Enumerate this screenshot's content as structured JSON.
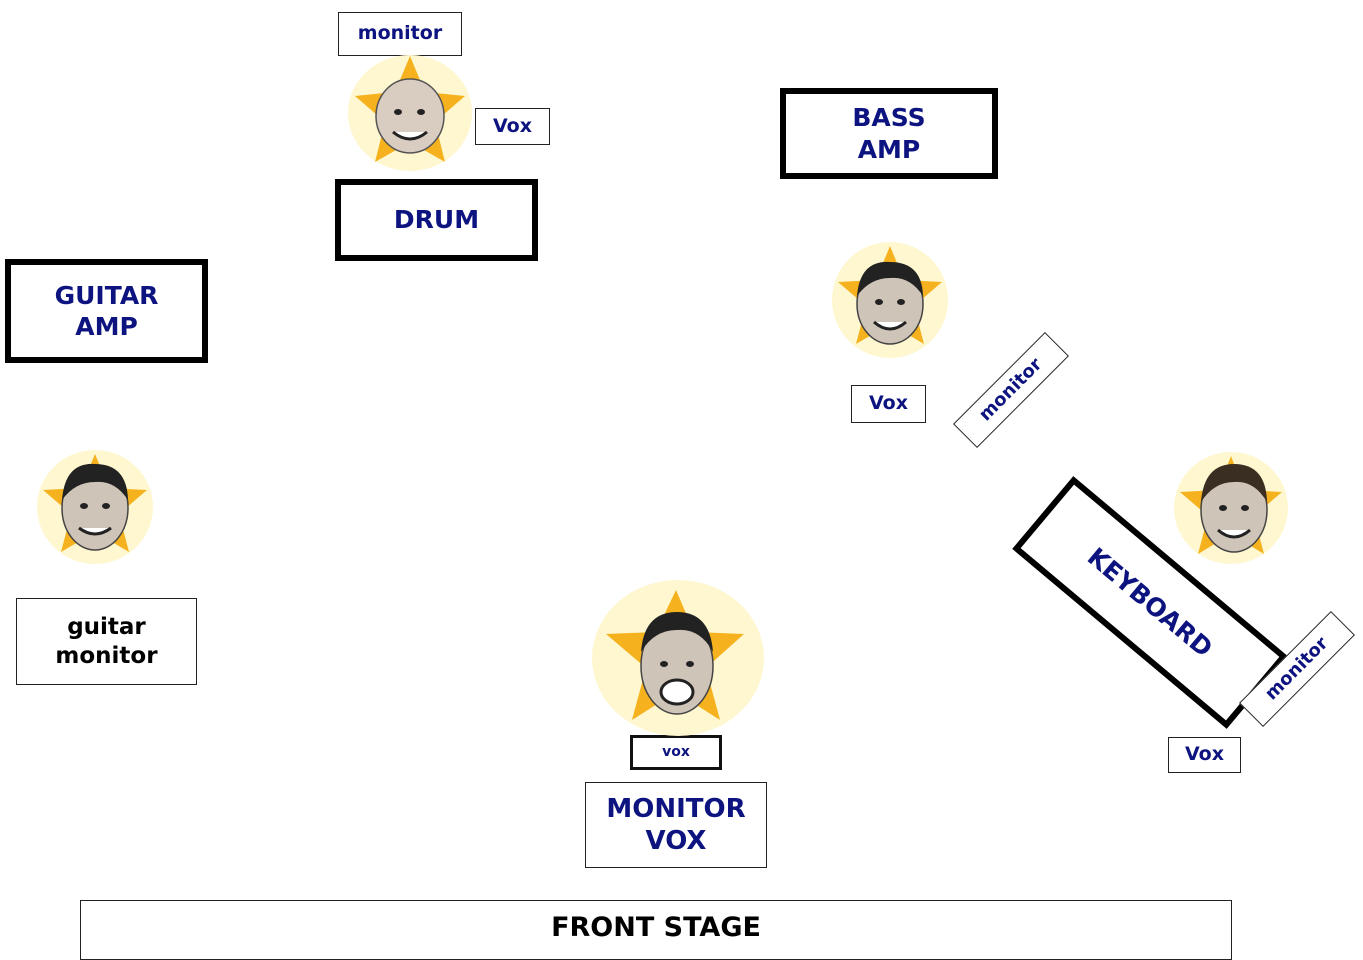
{
  "stage": {
    "front": "FRONT STAGE",
    "drum_monitor": "monitor",
    "drum_vox": "Vox",
    "drum": "DRUM",
    "bass_amp": "BASS\nAMP",
    "guitar_amp": "GUITAR\nAMP",
    "guitar_monitor": "guitar\nmonitor",
    "bass_vox": "Vox",
    "bass_monitor": "monitor",
    "keyboard": "KEYBOARD",
    "keyboard_monitor": "monitor",
    "keyboard_vox": "Vox",
    "lead_vox": "vox",
    "monitor_vox": "MONITOR\nVOX"
  },
  "colors": {
    "label_text": "#0d1480",
    "star": "#f5b21e",
    "glow": "#fff7d0"
  },
  "people": [
    "drummer",
    "bassist",
    "guitarist",
    "keyboardist",
    "lead-singer"
  ]
}
